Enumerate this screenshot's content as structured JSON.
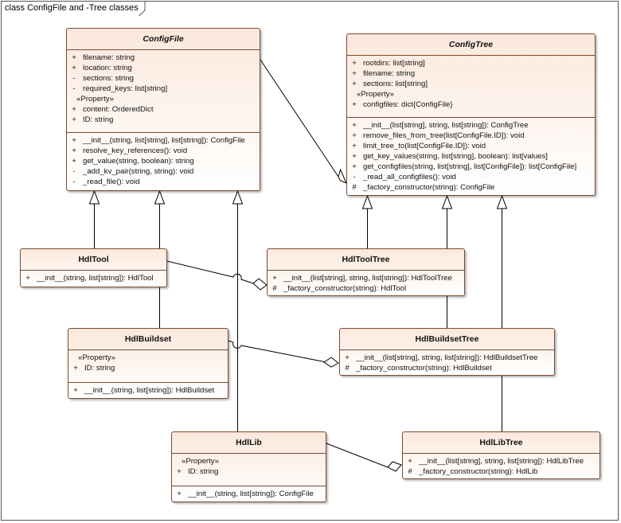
{
  "frame": {
    "title": "class ConfigFile and -Tree classes"
  },
  "classes": {
    "configfile": {
      "name": "ConfigFile",
      "attributes": [
        {
          "vis": "+",
          "text": "filename: string"
        },
        {
          "vis": "+",
          "text": "location: string"
        },
        {
          "vis": "-",
          "text": "sections: string"
        },
        {
          "vis": "-",
          "text": "required_keys: list[string]"
        }
      ],
      "property_stereotype": "«Property»",
      "properties": [
        {
          "vis": "+",
          "text": "content: OrderedDict"
        },
        {
          "vis": "+",
          "text": "ID: string"
        }
      ],
      "operations": [
        {
          "vis": "+",
          "text": "__init__(string, list[string], list[string]): ConfigFile"
        },
        {
          "vis": "+",
          "text": "resolve_key_references(): void"
        },
        {
          "vis": "+",
          "text": "get_value(string, boolean): string"
        },
        {
          "vis": "-",
          "text": "_add_kv_pair(string, string): void"
        },
        {
          "vis": "-",
          "text": "_read_file(): void"
        }
      ]
    },
    "configtree": {
      "name": "ConfigTree",
      "attributes": [
        {
          "vis": "+",
          "text": "rootdirs: list[string]"
        },
        {
          "vis": "+",
          "text": "filename: string"
        },
        {
          "vis": "+",
          "text": "sections: list[string]"
        }
      ],
      "property_stereotype": "«Property»",
      "properties": [
        {
          "vis": "+",
          "text": "configfiles: dict{ConfigFile}"
        }
      ],
      "operations": [
        {
          "vis": "+",
          "text": "__init__(list[string], string, list[string]): ConfigTree"
        },
        {
          "vis": "+",
          "text": "remove_files_from_tree(list[ConfigFile.ID]): void"
        },
        {
          "vis": "+",
          "text": "limit_tree_to(list[ConfigFile.ID]): void"
        },
        {
          "vis": "+",
          "text": "get_key_values(string, list[string], boolean): list[values]"
        },
        {
          "vis": "+",
          "text": "get_configfiles(string, list[string], list[ConfigFile]): list[ConfigFile]"
        },
        {
          "vis": "-",
          "text": "_read_all_configfiles(): void"
        },
        {
          "vis": "#",
          "text": "_factory_constructor(string): ConfigFile"
        }
      ]
    },
    "hdltool": {
      "name": "HdlTool",
      "operations": [
        {
          "vis": "+",
          "text": "__init__(string, list[string]): HdlTool"
        }
      ]
    },
    "hdltooltree": {
      "name": "HdlToolTree",
      "operations": [
        {
          "vis": "+",
          "text": "__init__(list[string], string, list[string]): HdlToolTree"
        },
        {
          "vis": "#",
          "text": "_factory_constructor(string): HdlTool"
        }
      ]
    },
    "hdlbuildset": {
      "name": "HdlBuildset",
      "property_stereotype": "«Property»",
      "properties": [
        {
          "vis": "+",
          "text": "ID: string"
        }
      ],
      "operations": [
        {
          "vis": "+",
          "text": "__init__(string, list[string]): HdlBuildset"
        }
      ]
    },
    "hdlbuildsettree": {
      "name": "HdlBuildsetTree",
      "operations": [
        {
          "vis": "+",
          "text": "__init__(list[string], string, list[string]): HdlBuildsetTree"
        },
        {
          "vis": "#",
          "text": "_factory_constructor(string): HdlBuildset"
        }
      ]
    },
    "hdllib": {
      "name": "HdlLib",
      "property_stereotype": "«Property»",
      "properties": [
        {
          "vis": "+",
          "text": "ID: string"
        }
      ],
      "operations": [
        {
          "vis": "+",
          "text": "__init__(string, list[string]): ConfigFile"
        }
      ]
    },
    "hdllibtree": {
      "name": "HdlLibTree",
      "operations": [
        {
          "vis": "+",
          "text": "__init__(list[string], string, list[string]): HdlLibTree"
        },
        {
          "vis": "#",
          "text": "_factory_constructor(string): HdlLib"
        }
      ]
    }
  },
  "colors": {
    "class_border": "#7a4a30",
    "class_fill_top": "#fbe8dc",
    "line": "#000000"
  }
}
